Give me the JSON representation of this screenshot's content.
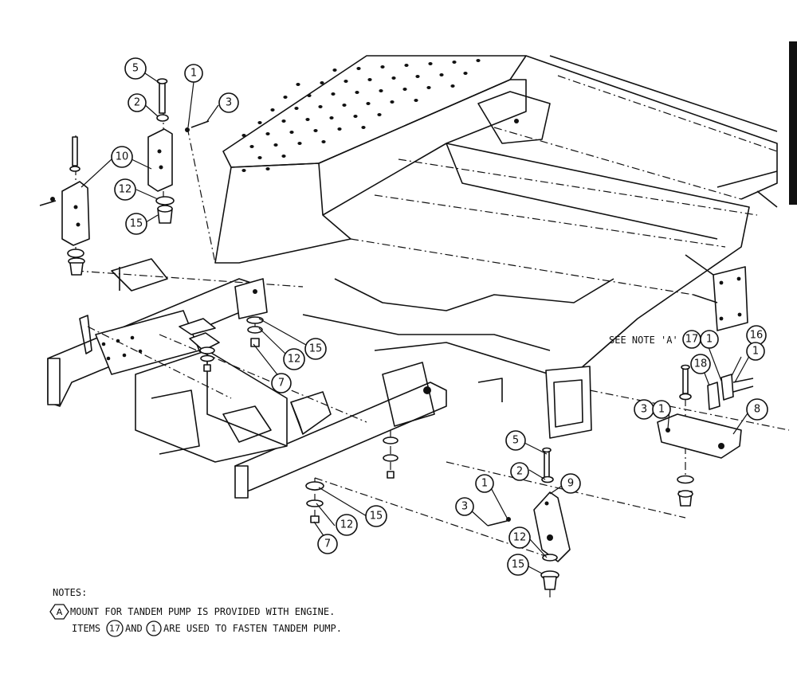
{
  "callouts": {
    "c5a": "5",
    "c1a": "1",
    "c2a": "2",
    "c3a": "3",
    "c10": "10",
    "c12a": "12",
    "c15a": "15",
    "c15b": "15",
    "c12b": "12",
    "c7a": "7",
    "c17": "17",
    "c16": "16",
    "c1b": "1",
    "c1c": "1",
    "c18": "18",
    "c3b": "3",
    "c1d": "1",
    "c8": "8",
    "c5b": "5",
    "c2b": "2",
    "c1e": "1",
    "c9": "9",
    "c3c": "3",
    "c12c": "12",
    "c15c": "15",
    "c15d": "15",
    "c12d": "12",
    "c7b": "7"
  },
  "see_note": {
    "text": "SEE NOTE 'A'"
  },
  "notes": {
    "heading": "NOTES:",
    "note_a_symbol": "A",
    "note_a_text": "MOUNT FOR TANDEM PUMP IS PROVIDED WITH ENGINE.",
    "items_prefix": "ITEMS",
    "item_17": "17",
    "and_text": "AND",
    "item_1": "1",
    "items_suffix": "ARE USED TO FASTEN TANDEM PUMP."
  }
}
